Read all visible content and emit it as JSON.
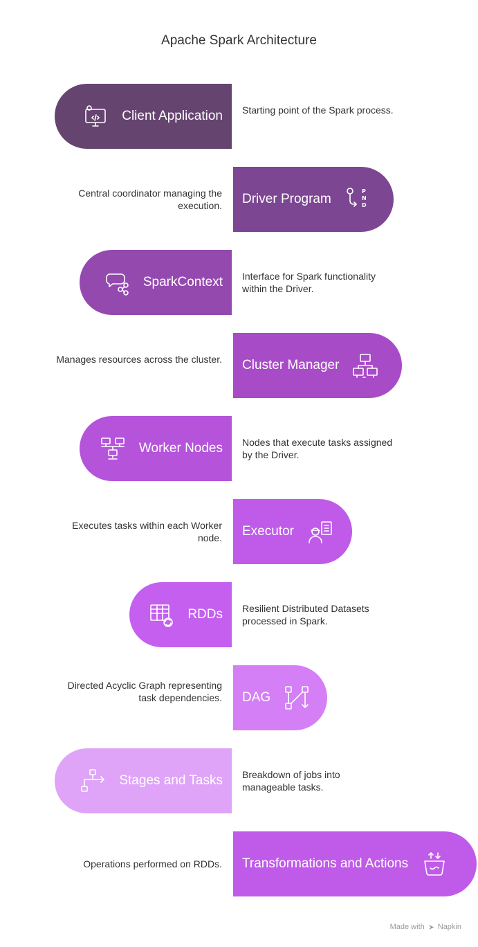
{
  "title": "Apache Spark Architecture",
  "steps": [
    {
      "label": "Client Application",
      "description": "Starting point of the Spark process.",
      "color": "#664470",
      "icon": "computer-code-gear-icon"
    },
    {
      "label": "Driver Program",
      "description": "Central coordinator managing the execution.",
      "color": "#7c4692",
      "icon": "pnd-process-icon"
    },
    {
      "label": "SparkContext",
      "description": "Interface for Spark functionality within the Driver.",
      "color": "#9449af",
      "icon": "chat-share-icon"
    },
    {
      "label": "Cluster Manager",
      "description": "Manages resources across the cluster.",
      "color": "#a84bc7",
      "icon": "network-nodes-icon"
    },
    {
      "label": "Worker Nodes",
      "description": "Nodes that execute tasks assigned by the Driver.",
      "color": "#b553db",
      "icon": "worker-computers-icon"
    },
    {
      "label": "Executor",
      "description": "Executes tasks within each Worker node.",
      "color": "#bf5be8",
      "icon": "worker-checklist-icon"
    },
    {
      "label": "RDDs",
      "description": "Resilient Distributed Datasets processed in Spark.",
      "color": "#c45ff0",
      "icon": "table-refresh-icon"
    },
    {
      "label": "DAG",
      "description": "Directed Acyclic Graph representing task dependencies.",
      "color": "#d47ff5",
      "icon": "graph-flow-icon"
    },
    {
      "label": "Stages and Tasks",
      "description": "Breakdown of jobs into manageable tasks.",
      "color": "#dfa4f8",
      "icon": "hierarchy-flow-icon"
    },
    {
      "label": "Transformations and Actions",
      "description": "Operations performed on RDDs.",
      "color": "#bf5be8",
      "icon": "bucket-arrows-icon"
    }
  ],
  "footer": {
    "made_with": "Made with",
    "brand": "Napkin"
  }
}
